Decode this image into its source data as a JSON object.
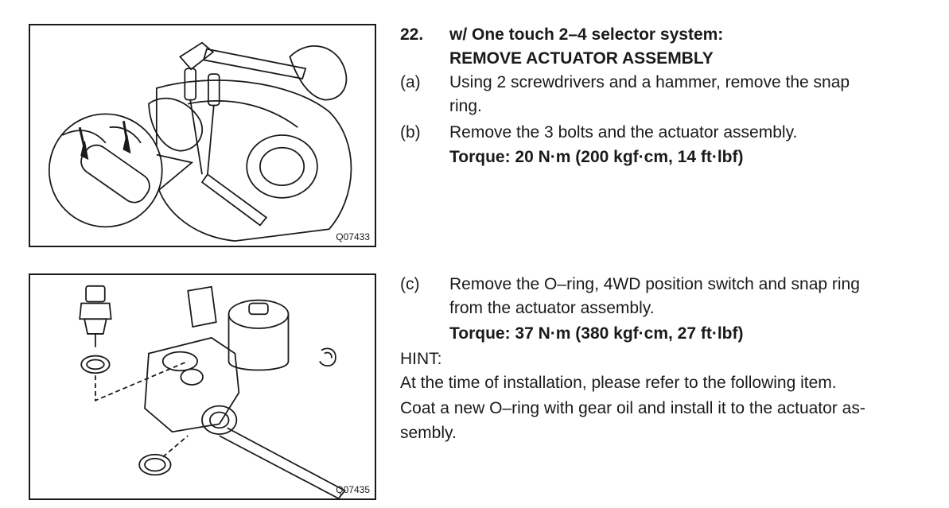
{
  "step": {
    "number": "22.",
    "title_line1": "w/ One touch 2–4 selector system:",
    "title_line2": "REMOVE ACTUATOR ASSEMBLY"
  },
  "substeps": [
    {
      "label": "(a)",
      "line1": "Using 2 screwdrivers and a hammer, remove the snap",
      "line2": "ring."
    },
    {
      "label": "(b)",
      "line1": "Remove the 3 bolts and the actuator assembly.",
      "torque": "Torque: 20 N·m (200 kgf·cm, 14 ft·lbf)"
    },
    {
      "label": "(c)",
      "line1": "Remove the O–ring, 4WD position switch and snap ring",
      "line2": "from the actuator assembly.",
      "torque": "Torque: 37 N·m (380 kgf·cm, 27 ft·lbf)"
    }
  ],
  "hint": {
    "heading": "HINT:",
    "line1": "At the time of installation, please refer to the following item.",
    "line2": "Coat a new O–ring with gear oil and install it to the actuator as-",
    "line3": "sembly."
  },
  "figures": [
    {
      "code": "Q07433"
    },
    {
      "code": "Q07435"
    }
  ]
}
